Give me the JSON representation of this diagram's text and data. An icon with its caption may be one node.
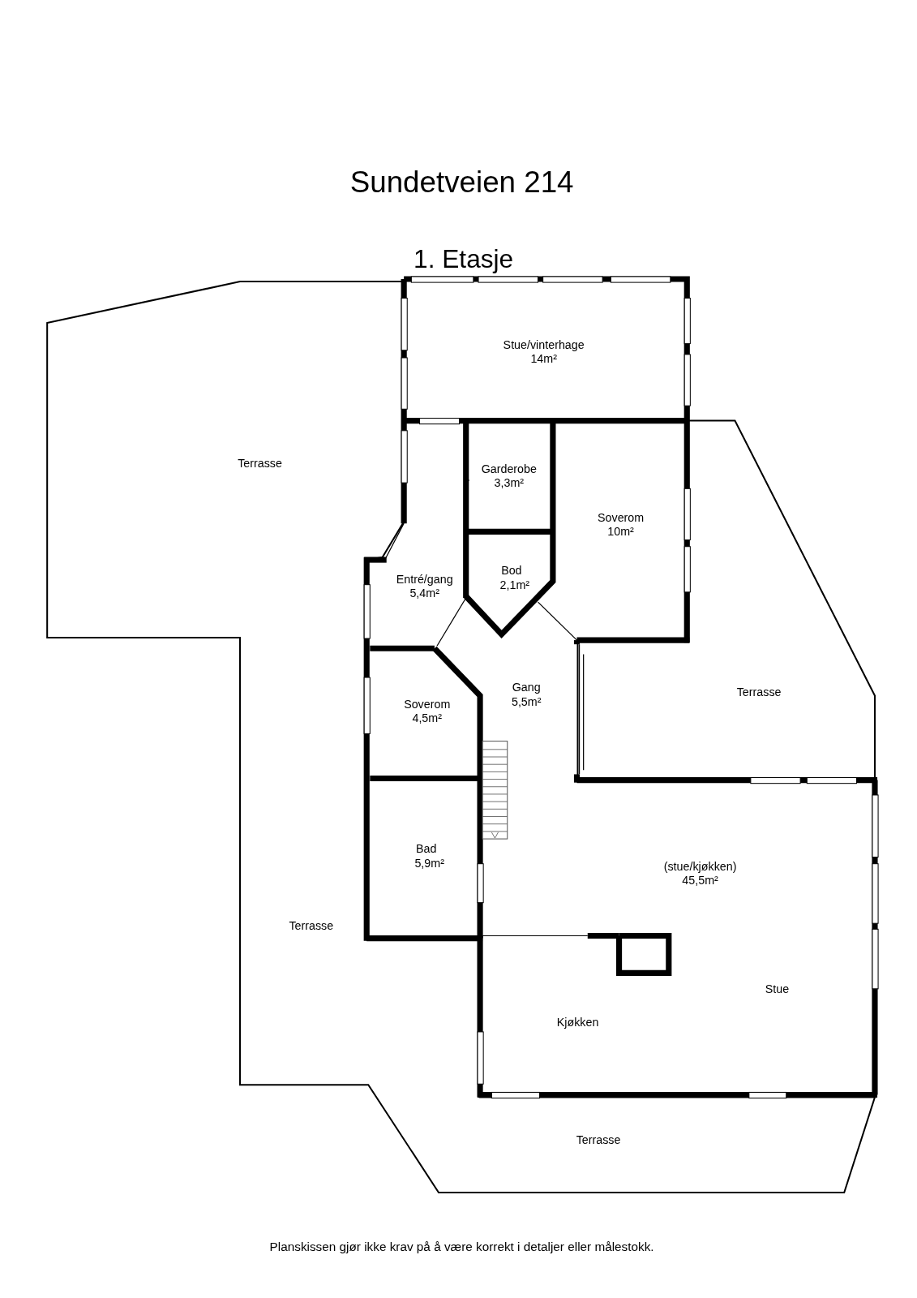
{
  "diagram": {
    "title": "Sundetveien 214",
    "caption": "Planskissen gjør ikke krav på å være korrekt i detaljer eller målestokk.",
    "nodes": [
      {
        "text": [
          "Stue/vinterhage 14m²"
        ]
      },
      {
        "text": [
          "Terrasse",
          "Terrasse",
          "Terrasse"
        ]
      },
      {
        "text": [
          "Garderobe 3,3m²"
        ]
      },
      {
        "text": [
          "Soverom 10m²"
        ]
      },
      {
        "text": [
          "Bod 2,1m²"
        ]
      },
      {
        "text": [
          "Entré/gang 5,4m²"
        ]
      },
      {
        "text": [
          "Gang 5,5m²"
        ]
      },
      {
        "text": [
          "Terrasse"
        ]
      },
      {
        "text": [
          "Soverom 4,5m²"
        ]
      },
      {
        "text": [
          "Bad 5,9m²"
        ]
      },
      {
        "text": [
          "(stue/kjøkken) 45,5m²",
          "Stue",
          "Kjøkken"
        ]
      }
    ],
    "labels": [
      "1. Etasje"
    ]
  }
}
